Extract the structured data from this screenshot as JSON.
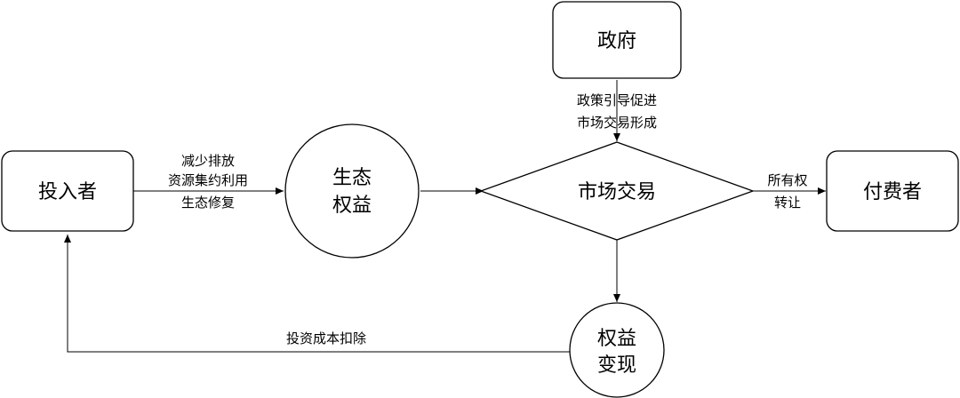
{
  "nodes": {
    "investor": "投入者",
    "eco_rights": [
      "生态",
      "权益"
    ],
    "government": "政府",
    "market": "市场交易",
    "payer": "付费者",
    "realization": [
      "权益",
      "变现"
    ]
  },
  "edges": {
    "investor_to_eco": [
      "减少排放",
      "资源集约利用",
      "生态修复"
    ],
    "gov_to_market": [
      "政策引导促进",
      "市场交易形成"
    ],
    "market_to_payer": [
      "所有权",
      "转让"
    ],
    "realization_to_investor": "投资成本扣除"
  }
}
